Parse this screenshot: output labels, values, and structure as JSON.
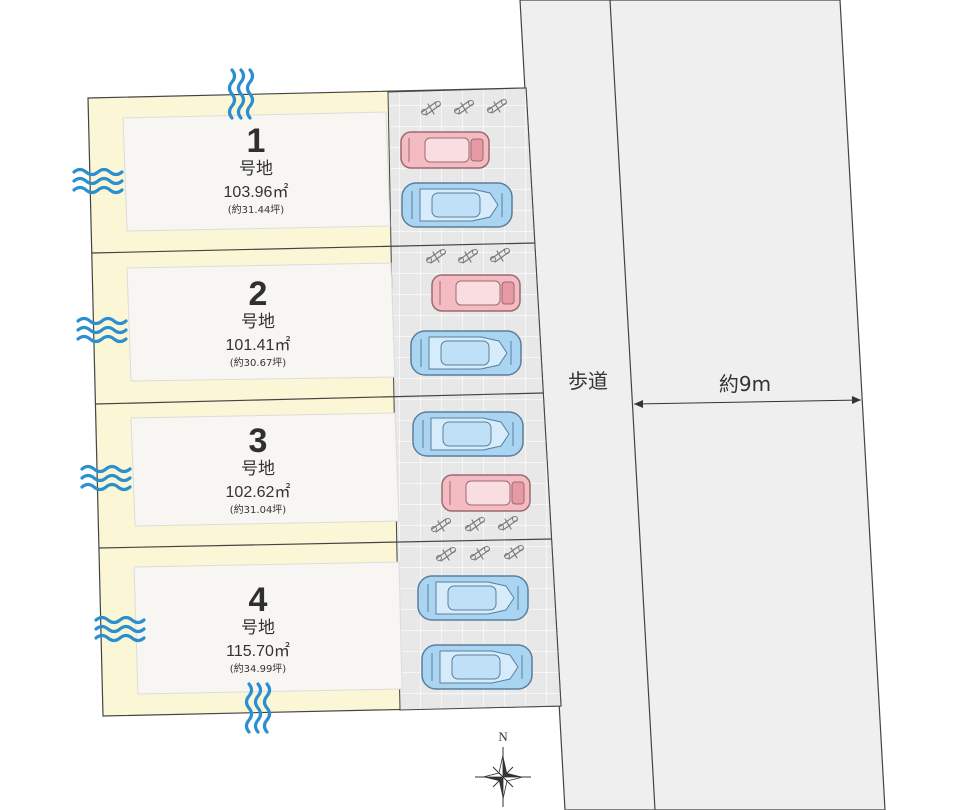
{
  "lots": [
    {
      "number": "1",
      "label": "号地",
      "area": "103.96㎡",
      "tsubo": "(約31.44坪)"
    },
    {
      "number": "2",
      "label": "号地",
      "area": "101.41㎡",
      "tsubo": "(約30.67坪)"
    },
    {
      "number": "3",
      "label": "号地",
      "area": "102.62㎡",
      "tsubo": "(約31.04坪)"
    },
    {
      "number": "4",
      "label": "号地",
      "area": "115.70㎡",
      "tsubo": "(約34.99坪)"
    }
  ],
  "sidewalk_label": "歩道",
  "road_width_label": "約9m",
  "compass_label": "N",
  "colors": {
    "lot_border": "#fbf6d5",
    "lot_interior": "#f9f7f4",
    "parking": "#e9e9e9",
    "road": "#efefef",
    "car_blue": "#a9d4f2",
    "car_pink": "#f4bcc2",
    "wave_blue": "#2a8fd0"
  },
  "icons": [
    "wind-wave-icon",
    "bicycle-icon",
    "car-icon",
    "compass-rose-icon"
  ]
}
